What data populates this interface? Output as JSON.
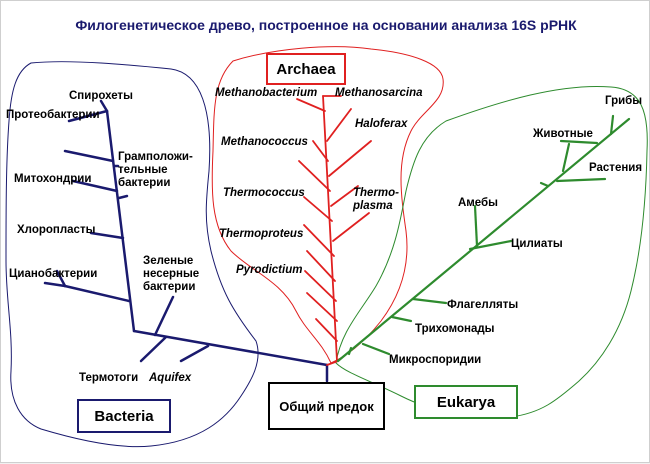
{
  "title": "Филогенетическое древо, построенное на основании анализа 16S рРНК",
  "domains": {
    "bacteria": {
      "label": "Bacteria",
      "color": "#1a1a6e"
    },
    "archaea": {
      "label": "Archaea",
      "color": "#e02020"
    },
    "eukarya": {
      "label": "Eukarya",
      "color": "#2e8b2e"
    }
  },
  "root_label": "Общий предок",
  "bacteria_taxa": {
    "spirochetes": "Спирохеты",
    "proteobacteria": "Протеобактерии",
    "gram_positive": "Грамположи-тельные бактерии",
    "mitochondria": "Митохондрии",
    "chloroplasts": "Хлоропласты",
    "cyanobacteria": "Цианобактерии",
    "green_nonsulfur": "Зеленые несерные бактерии",
    "thermotogae": "Термотоги",
    "aquifex": "Aquifex"
  },
  "archaea_taxa": {
    "methanobacterium": "Methanobacterium",
    "methanosarcina": "Methanosarcina",
    "haloferax": "Haloferax",
    "methanococcus": "Methanococcus",
    "thermococcus": "Thermococcus",
    "thermoplasma": "Thermo-plasma",
    "thermoproteus": "Thermoproteus",
    "pyrodictium": "Pyrodictium"
  },
  "eukarya_taxa": {
    "fungi": "Грибы",
    "animals": "Животные",
    "plants": "Растения",
    "amoebae": "Амебы",
    "ciliates": "Цилиаты",
    "flagellates": "Флагелляты",
    "trichomonads": "Трихомонады",
    "microsporidia": "Микроспоридии"
  }
}
